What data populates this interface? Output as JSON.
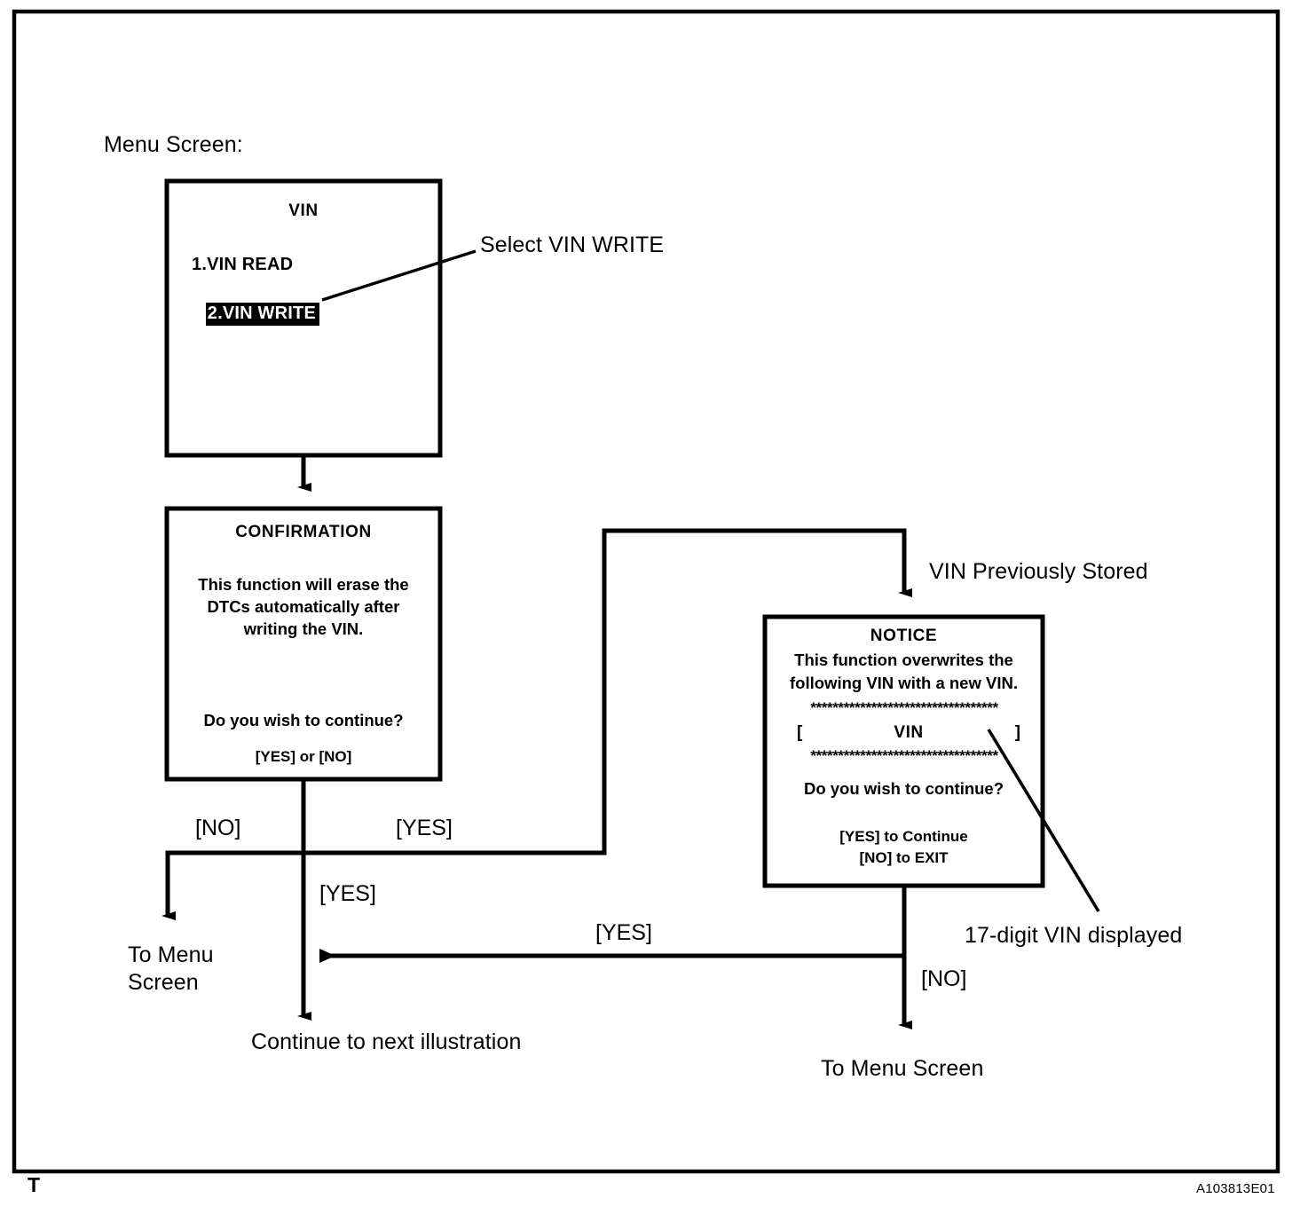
{
  "page": {
    "corner_marker": "T",
    "reference_code": "A103813E01"
  },
  "caption": {
    "menu_screen_label": "Menu Screen:"
  },
  "screens": {
    "vin_menu": {
      "title": "VIN",
      "items": [
        {
          "label": "1.VIN READ",
          "selected": false
        },
        {
          "label": "2.VIN WRITE",
          "selected": true
        }
      ]
    },
    "confirmation": {
      "title": "CONFIRMATION",
      "body_lines": [
        "This function will erase the",
        "DTCs automatically after",
        "writing the VIN."
      ],
      "question": "Do you wish to continue?",
      "options": "[YES] or [NO]"
    },
    "notice": {
      "title": "NOTICE",
      "body_lines": [
        "This function overwrites the",
        "following VIN with a new VIN."
      ],
      "separator": "**********************************",
      "vin_left_bracket": "[",
      "vin_placeholder": "VIN",
      "vin_right_bracket": "]",
      "question": "Do you wish to continue?",
      "options": [
        "[YES] to Continue",
        "[NO] to EXIT"
      ]
    }
  },
  "annotations": {
    "select_vin_write": "Select VIN WRITE",
    "vin_previously_stored": "VIN Previously Stored",
    "seventeen_digit_vin": "17-digit VIN displayed"
  },
  "flow": {
    "branch_no_from_confirmation": "[NO]",
    "branch_yes_to_notice": "[YES]",
    "branch_yes_down": "[YES]",
    "branch_yes_return": "[YES]",
    "branch_no_from_notice": "[NO]",
    "terminal_to_menu_screen_left_line1": "To Menu",
    "terminal_to_menu_screen_left_line2": "Screen",
    "terminal_continue": "Continue to next illustration",
    "terminal_to_menu_screen_right": "To Menu Screen"
  },
  "colors": {
    "ink": "#000000",
    "paper": "#ffffff",
    "highlight_bg": "#000000",
    "highlight_fg": "#ffffff"
  }
}
